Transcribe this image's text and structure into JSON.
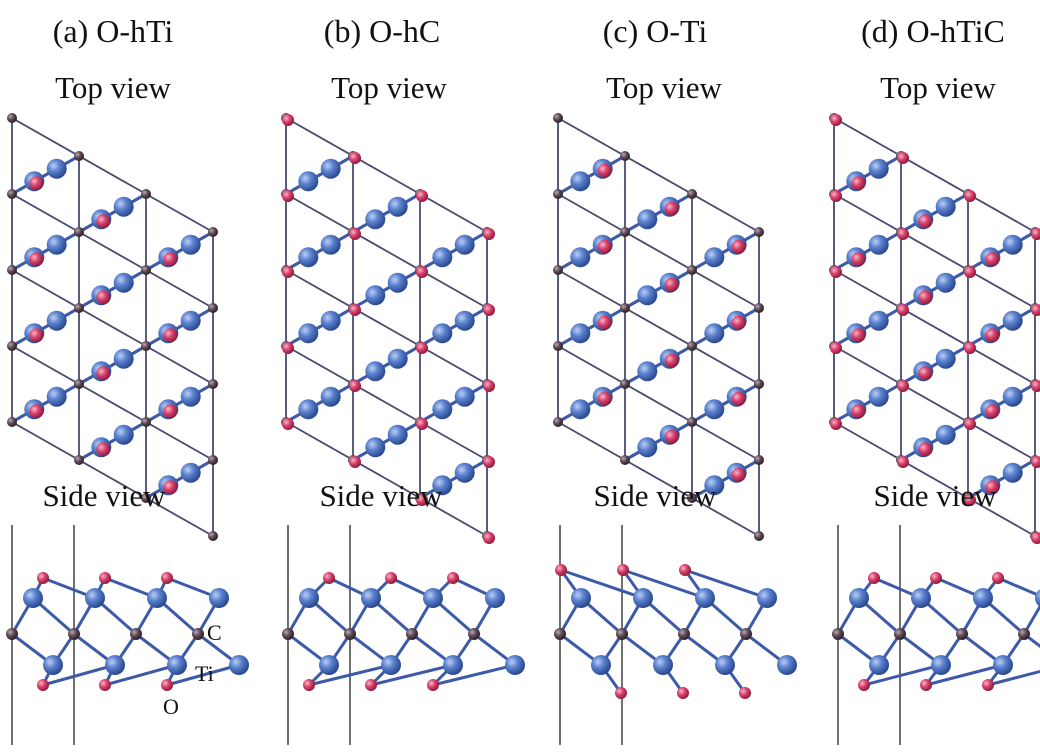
{
  "panels": [
    {
      "title": "(a) O-hTi",
      "top_view_label": "Top view",
      "side_view_label": "Side view",
      "top_variant": "hTi",
      "side_variant": "hTi"
    },
    {
      "title": "(b) O-hC",
      "top_view_label": "Top view",
      "side_view_label": "Side view",
      "top_variant": "hC",
      "side_variant": "hC"
    },
    {
      "title": "(c) O-Ti",
      "top_view_label": "Top view",
      "side_view_label": "Side view",
      "top_variant": "Ti",
      "side_variant": "Ti"
    },
    {
      "title": "(d) O-hTiC",
      "top_view_label": "Top view",
      "side_view_label": "Side view",
      "top_variant": "hTiC",
      "side_variant": "hTiC"
    }
  ],
  "atom_labels": {
    "carbon": "C",
    "titanium": "Ti",
    "oxygen": "O"
  },
  "colors": {
    "titanium": "#4a70c0",
    "carbon": "#5a4650",
    "oxygen": "#d8406a",
    "bond": "#3c5aa8",
    "cell_edge": "#9cc08a",
    "cell_vertical": "#333333"
  }
}
